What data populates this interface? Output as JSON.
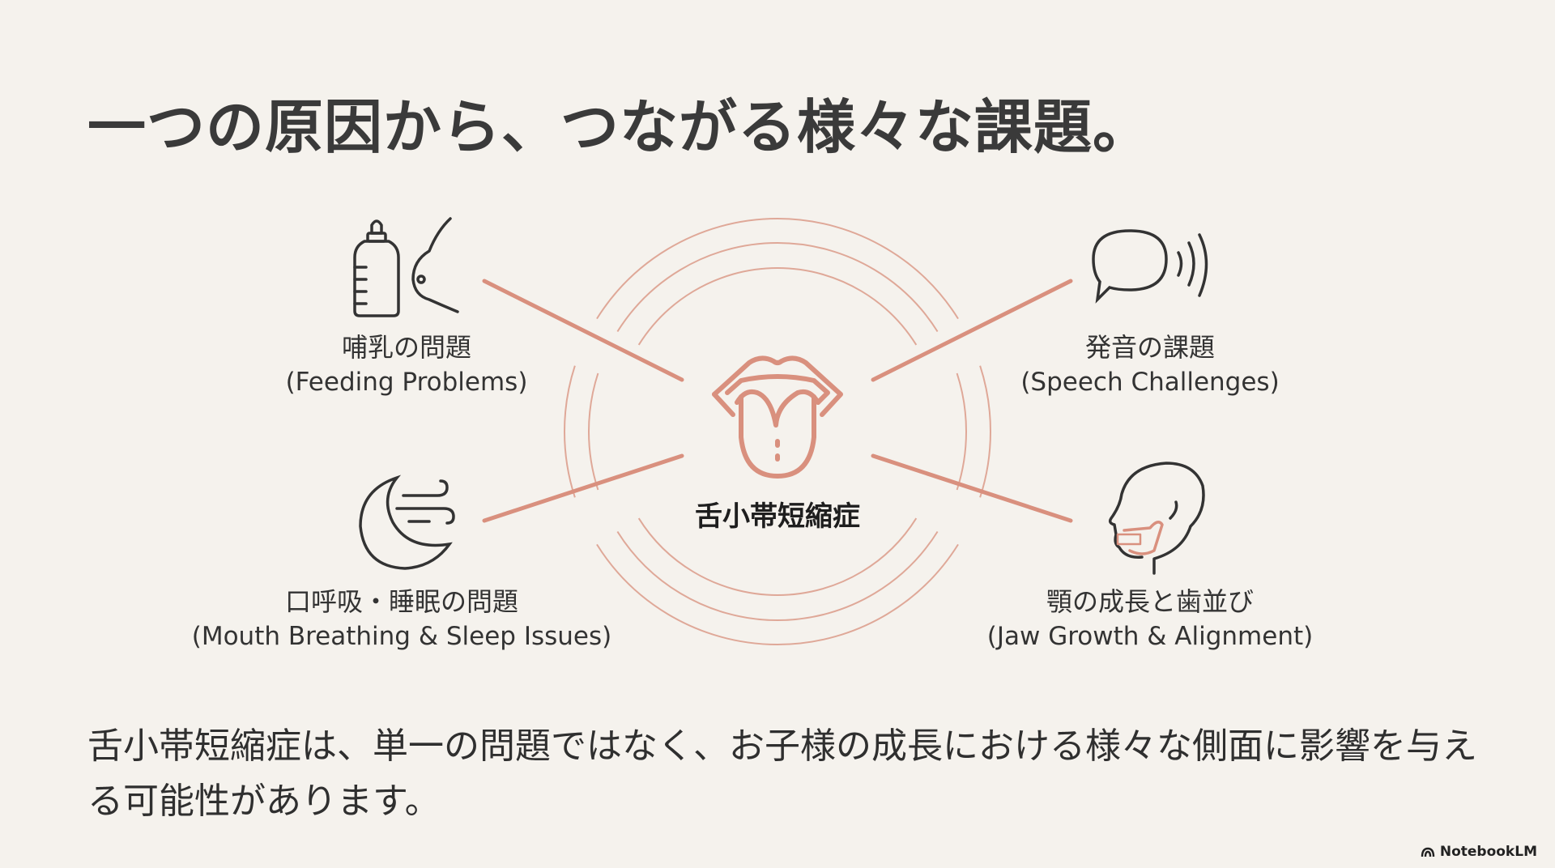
{
  "title": "一つの原因から、つながる様々な課題。",
  "center": {
    "label": "舌小帯短縮症",
    "icon": "tongue-icon"
  },
  "branches": [
    {
      "jp": "哺乳の問題",
      "en": "(Feeding Problems)",
      "icon": "baby-bottle-breast-icon"
    },
    {
      "jp": "発音の課題",
      "en": "(Speech Challenges)",
      "icon": "speech-bubble-icon"
    },
    {
      "jp": "口呼吸・睡眠の問題",
      "en": "(Mouth Breathing & Sleep Issues)",
      "icon": "moon-wind-icon"
    },
    {
      "jp": "顎の成長と歯並び",
      "en": "(Jaw Growth & Alignment)",
      "icon": "head-jaw-icon"
    }
  ],
  "summary": "舌小帯短縮症は、単一の問題ではなく、お子様の成長における様々な側面に影響を与える可能性があります。",
  "footer": {
    "brand": "NotebookLM"
  },
  "colors": {
    "accent": "#d9907e",
    "background": "#f5f2ed",
    "text": "#333333"
  }
}
